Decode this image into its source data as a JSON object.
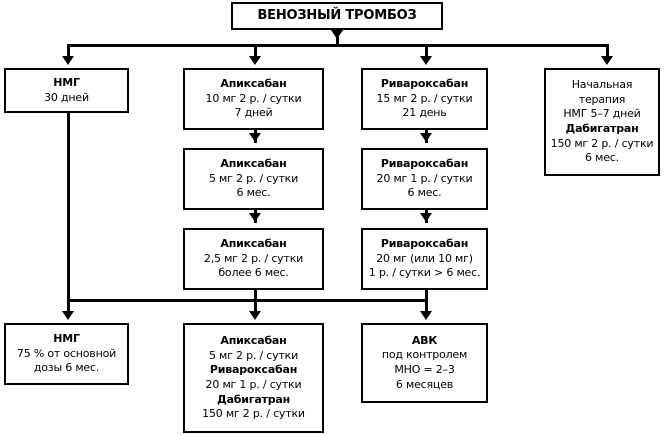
{
  "diagram": {
    "title": "ВЕНОЗНЫЙ ТРОМБОЗ",
    "colors": {
      "stroke": "#000000",
      "fill": "#ffffff",
      "text": "#000000"
    },
    "root": {
      "label": "ВЕНОЗНЫЙ ТРОМБОЗ"
    },
    "nodes": {
      "lmwh_30": {
        "lines": [
          {
            "text": "НМГ",
            "bold": true
          },
          {
            "text": "30 дней",
            "bold": false
          }
        ]
      },
      "apixaban_1": {
        "lines": [
          {
            "text": "Апиксабан",
            "bold": true
          },
          {
            "text": "10 мг 2 р. / сутки",
            "bold": false
          },
          {
            "text": "7 дней",
            "bold": false
          }
        ]
      },
      "apixaban_2": {
        "lines": [
          {
            "text": "Апиксабан",
            "bold": true
          },
          {
            "text": "5 мг 2 р. / сутки",
            "bold": false
          },
          {
            "text": "6 мес.",
            "bold": false
          }
        ]
      },
      "apixaban_3": {
        "lines": [
          {
            "text": "Апиксабан",
            "bold": true
          },
          {
            "text": "2,5 мг 2 р. / сутки",
            "bold": false
          },
          {
            "text": "более 6 мес.",
            "bold": false
          }
        ]
      },
      "rivaroxaban_1": {
        "lines": [
          {
            "text": "Ривароксабан",
            "bold": true
          },
          {
            "text": "15 мг 2 р. / сутки",
            "bold": false
          },
          {
            "text": "21 день",
            "bold": false
          }
        ]
      },
      "rivaroxaban_2": {
        "lines": [
          {
            "text": "Ривароксабан",
            "bold": true
          },
          {
            "text": "20 мг 1 р. / сутки",
            "bold": false
          },
          {
            "text": "6 мес.",
            "bold": false
          }
        ]
      },
      "rivaroxaban_3": {
        "lines": [
          {
            "text": "Ривароксабан",
            "bold": true
          },
          {
            "text": "20 мг (или 10 мг)",
            "bold": false
          },
          {
            "text": "1 р. / сутки > 6 мес.",
            "bold": false
          }
        ]
      },
      "initial_therapy": {
        "lines": [
          {
            "text": "Начальная",
            "bold": false
          },
          {
            "text": "терапия",
            "bold": false
          },
          {
            "text": "НМГ 5–7 дней",
            "bold": false
          },
          {
            "text": "Дабигатран",
            "bold": true
          },
          {
            "text": "150 мг 2 р. / сутки",
            "bold": false
          },
          {
            "text": "6 мес.",
            "bold": false
          }
        ]
      },
      "lmwh_75": {
        "lines": [
          {
            "text": "НМГ",
            "bold": true
          },
          {
            "text": "75 % от основной",
            "bold": false
          },
          {
            "text": "дозы 6 мес.",
            "bold": false
          }
        ]
      },
      "maintenance_combo": {
        "lines": [
          {
            "text": "Апиксабан",
            "bold": true
          },
          {
            "text": "5 мг 2 р. / сутки",
            "bold": false
          },
          {
            "text": "Ривароксабан",
            "bold": true
          },
          {
            "text": "20 мг 1 р. / сутки",
            "bold": false
          },
          {
            "text": "Дабигатран",
            "bold": true
          },
          {
            "text": "150 мг 2 р. / сутки",
            "bold": false
          }
        ]
      },
      "vka": {
        "lines": [
          {
            "text": "АВК",
            "bold": true
          },
          {
            "text": "под контролем",
            "bold": false
          },
          {
            "text": "МНО = 2–3",
            "bold": false
          },
          {
            "text": "6 месяцев",
            "bold": false
          }
        ]
      }
    }
  }
}
